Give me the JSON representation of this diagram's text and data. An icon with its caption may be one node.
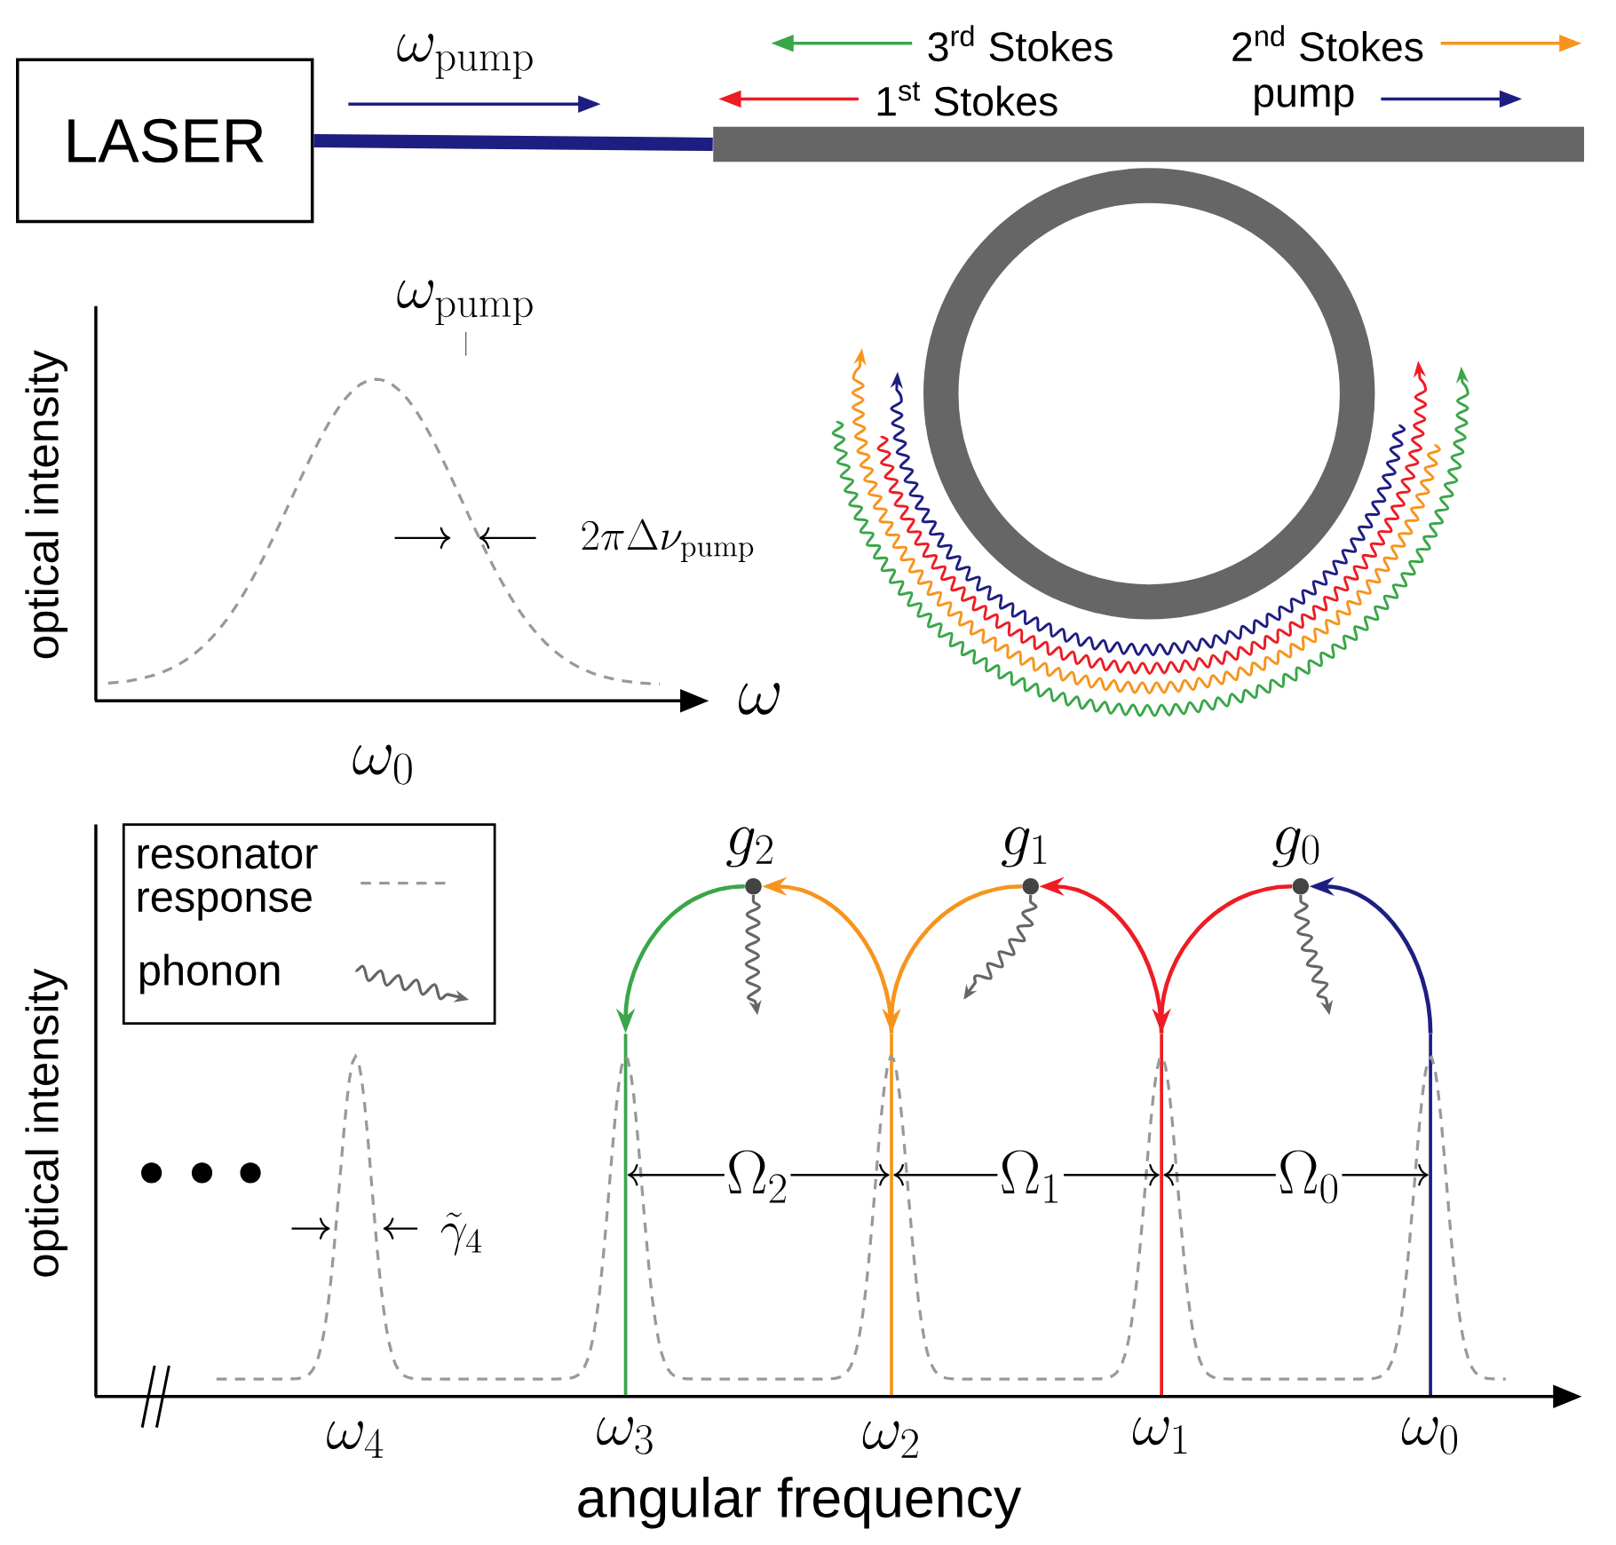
{
  "diagram": {
    "nodes": [
      {
        "text": [
          "LASER"
        ]
      },
      {
        "text": [],
        "shape": "bar"
      },
      {
        "text": [],
        "shape": "circle"
      },
      {
        "text": [],
        "shape": "bar",
        "beside": [
          "\\omega_3"
        ]
      },
      {
        "text": [],
        "shape": "bar",
        "beside": [
          "\\omega_2"
        ]
      },
      {
        "text": [],
        "shape": "bar",
        "beside": [
          "\\omega_1"
        ]
      },
      {
        "text": [],
        "shape": "bar",
        "beside": [
          "\\omega_0"
        ]
      },
      {
        "text": [],
        "shape": "circle",
        "beside": [
          "g_2"
        ]
      },
      {
        "text": [],
        "shape": "circle",
        "beside": [
          "g_1"
        ]
      },
      {
        "text": [],
        "shape": "circle",
        "beside": [
          "g_0"
        ]
      }
    ],
    "edges": [
      {
        "from": 0,
        "to": 1,
        "arrow": "none",
        "style": "thick",
        "color": "#1e1e82"
      },
      {
        "from": 6,
        "to": 9,
        "arrow": "to",
        "color": "#1e1e82"
      },
      {
        "from": 9,
        "to": 5,
        "arrow": "to",
        "color": "#ee1c24"
      },
      {
        "from": 9,
        "to": null,
        "arrow": "to",
        "color": "#666666"
      },
      {
        "from": 5,
        "to": 8,
        "arrow": "to",
        "color": "#ee1c24"
      },
      {
        "from": 8,
        "to": 4,
        "arrow": "to",
        "color": "#f7941d"
      },
      {
        "from": 8,
        "to": null,
        "arrow": "to",
        "color": "#666666"
      },
      {
        "from": 4,
        "to": 7,
        "arrow": "to",
        "color": "#f7941d"
      },
      {
        "from": 7,
        "to": 3,
        "arrow": "to",
        "color": "#3aa64a"
      },
      {
        "from": 7,
        "to": null,
        "arrow": "to",
        "color": "#666666"
      }
    ],
    "labels": [
      "\\omega_{\\mathrm{pump}}",
      "3$^{rd}$ Stokes",
      "2$^{nd}$ Stokes",
      "1$^{st}$ Stokes",
      "pump",
      "\\omega_{\\mathrm{pump}}",
      "optical intensity",
      "2\\pi\\Delta\\nu_{\\mathrm{pump}}",
      "\\omega",
      "\\omega_0",
      "optical intensity",
      "\\Omega_2",
      "\\Omega_1",
      "\\Omega_0",
      "\\tilde{\\gamma}_4",
      "\\omega_4",
      "angular frequency"
    ],
    "legend": [
      {
        "text": "resonator response"
      },
      {
        "text": "phonon"
      }
    ]
  }
}
